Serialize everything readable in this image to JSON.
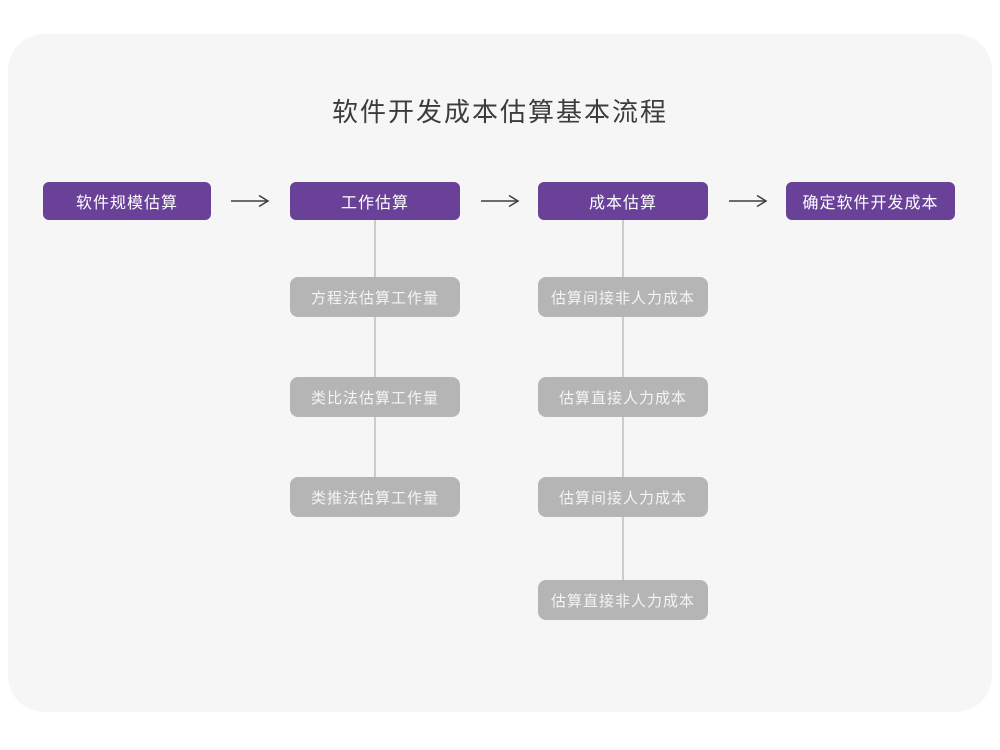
{
  "title": "软件开发成本估算基本流程",
  "flow": {
    "stages": [
      {
        "label": "软件规模估算"
      },
      {
        "label": "工作估算"
      },
      {
        "label": "成本估算"
      },
      {
        "label": "确定软件开发成本"
      }
    ],
    "work_estimation_methods": [
      "方程法估算工作量",
      "类比法估算工作量",
      "类推法估算工作量"
    ],
    "cost_estimation_steps": [
      "估算间接非人力成本",
      "估算直接人力成本",
      "估算间接人力成本",
      "估算直接非人力成本"
    ]
  },
  "colors": {
    "page_background": "#ffffff",
    "card_background": "#f6f6f7",
    "stage_box": "#6a4198",
    "stage_text": "#ffffff",
    "sub_box": "#b5b5b5",
    "sub_text": "#f4f4f4",
    "arrow": "#3f3f3f",
    "connector_line": "#cccccc",
    "title_text": "#3c3c3c"
  }
}
